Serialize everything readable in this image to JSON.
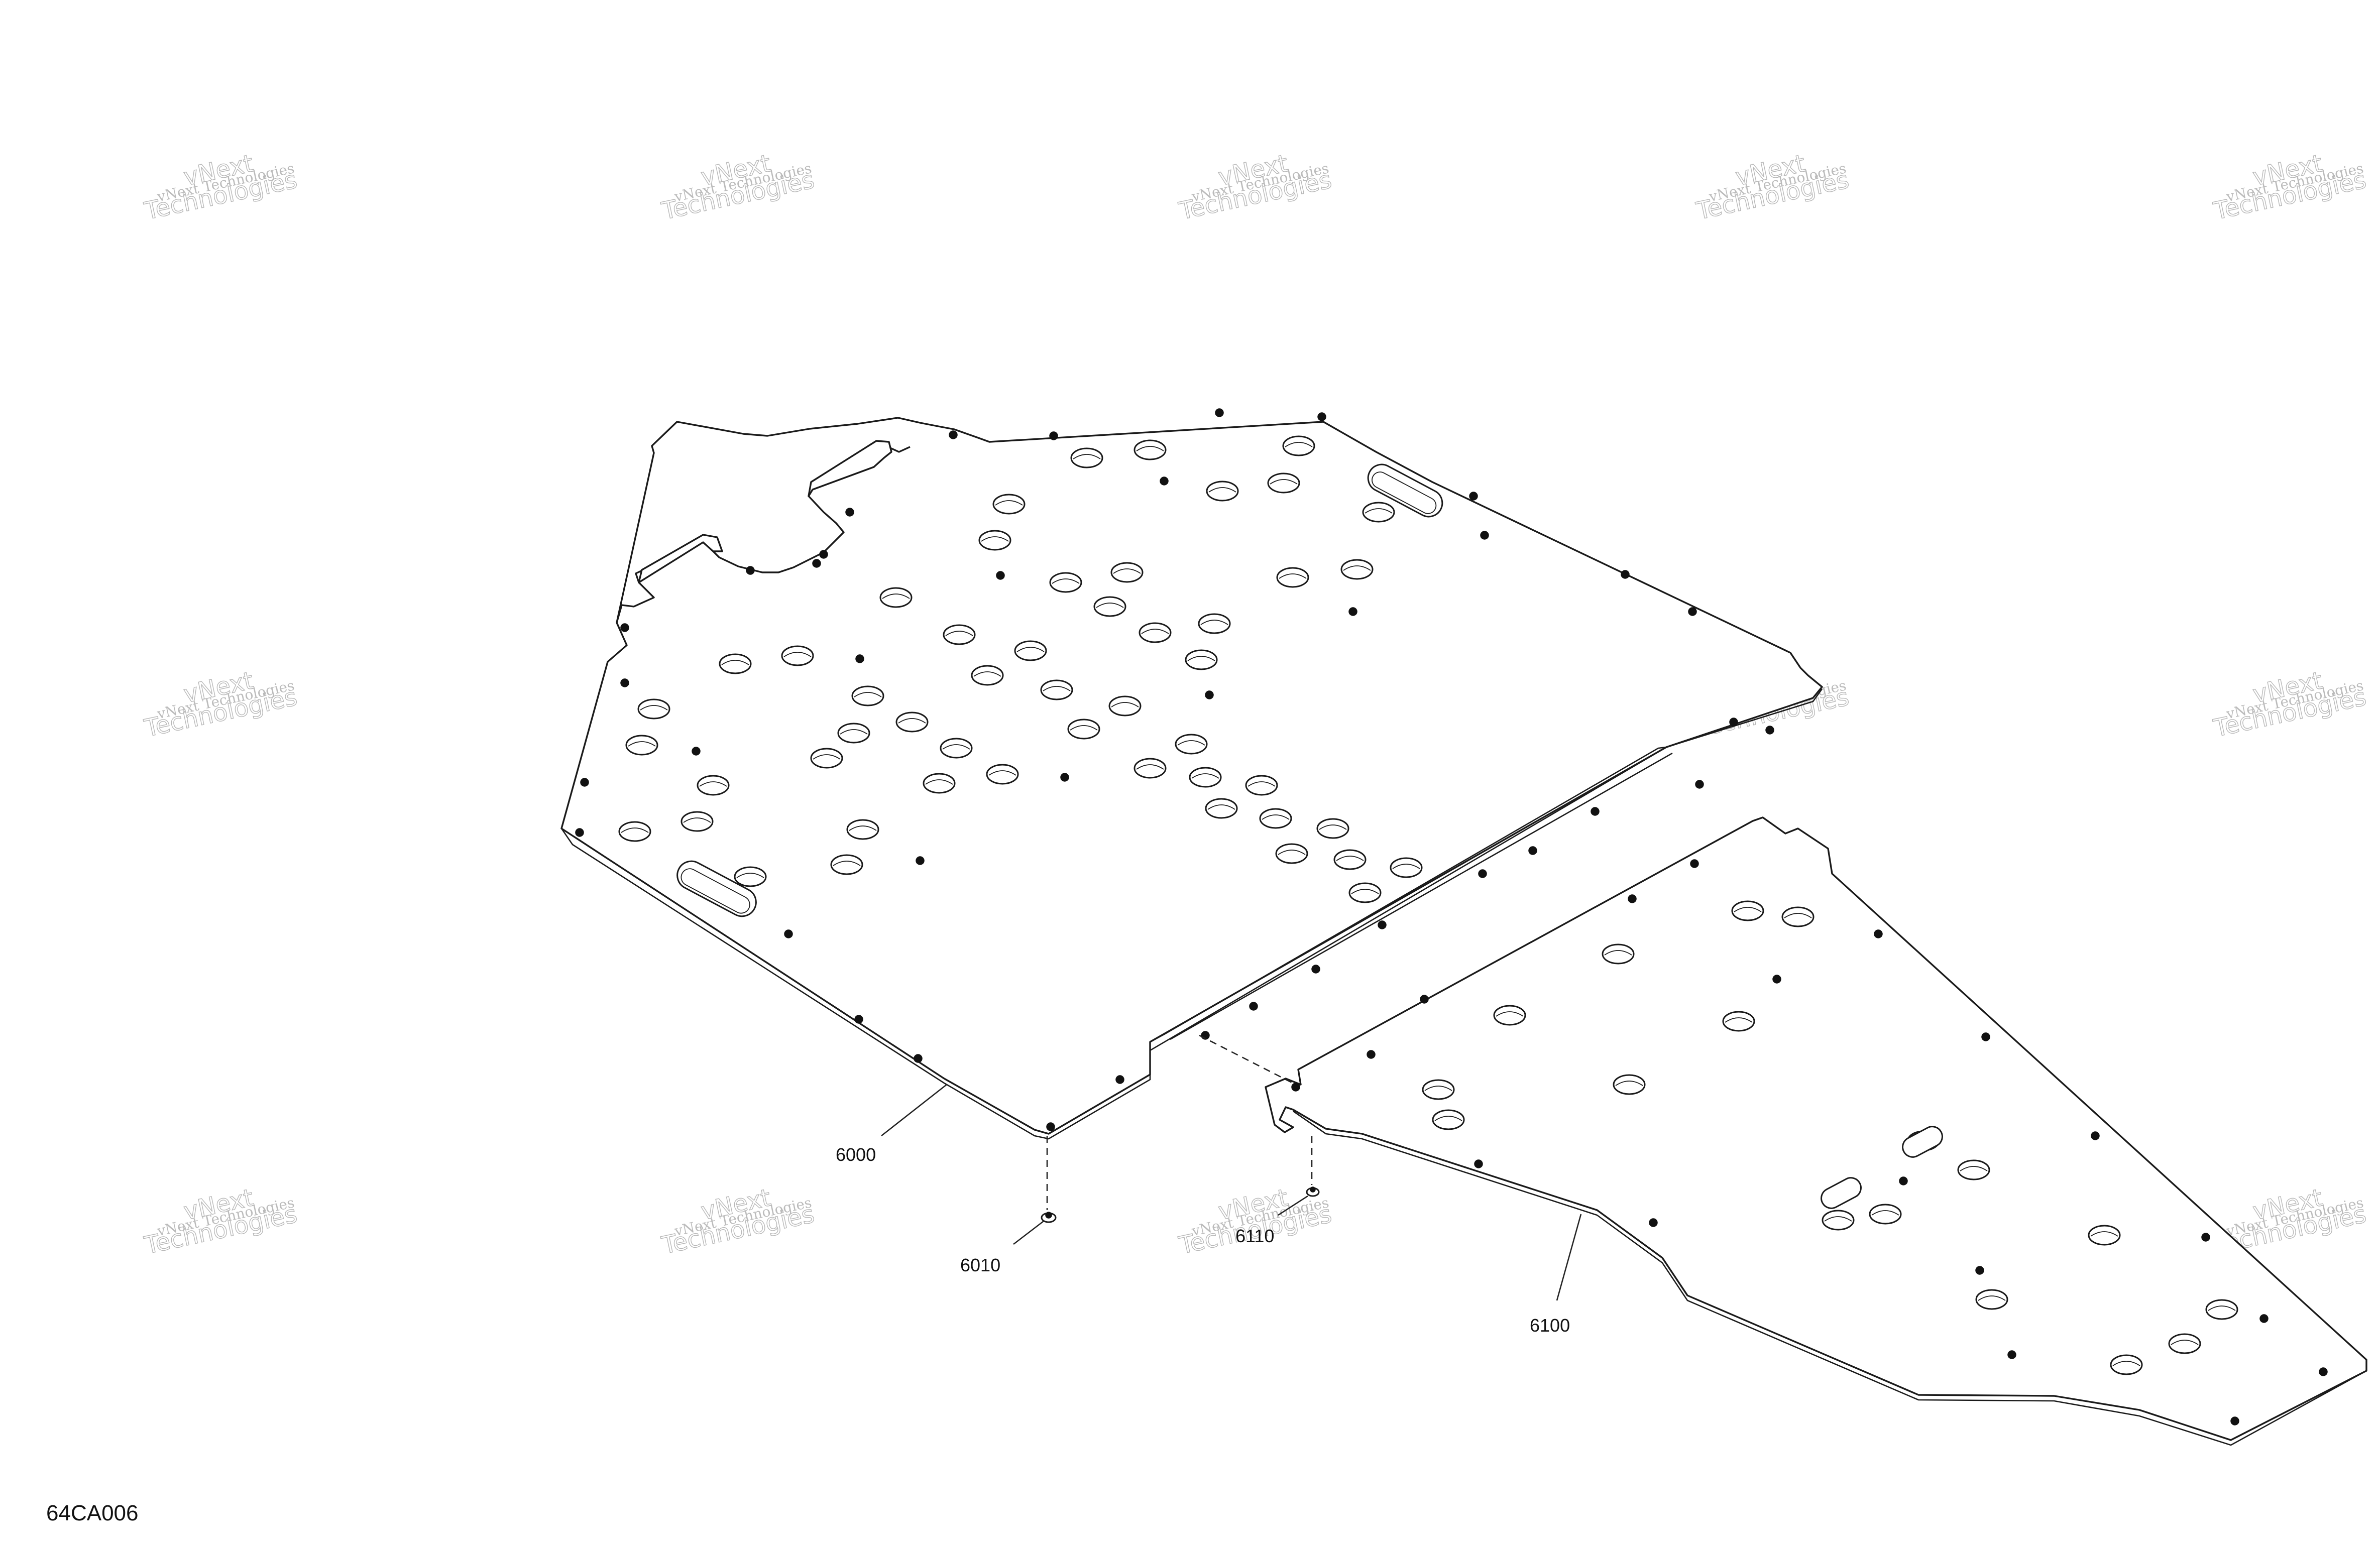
{
  "figure_id": "64CA006",
  "watermark": {
    "line1": "vNext Technologies",
    "line2": "vNext",
    "line3": "Technologies"
  },
  "callouts": {
    "c6000": "6000",
    "c6010": "6010",
    "c6100": "6100",
    "c6110": "6110"
  },
  "parts": {
    "front_plate": "6000",
    "front_screw": "6010",
    "rear_plate": "6100",
    "rear_screw": "6110"
  },
  "colors": {
    "line": "#1a1a1a",
    "watermark": "#bbbbbb",
    "background": "#ffffff"
  }
}
